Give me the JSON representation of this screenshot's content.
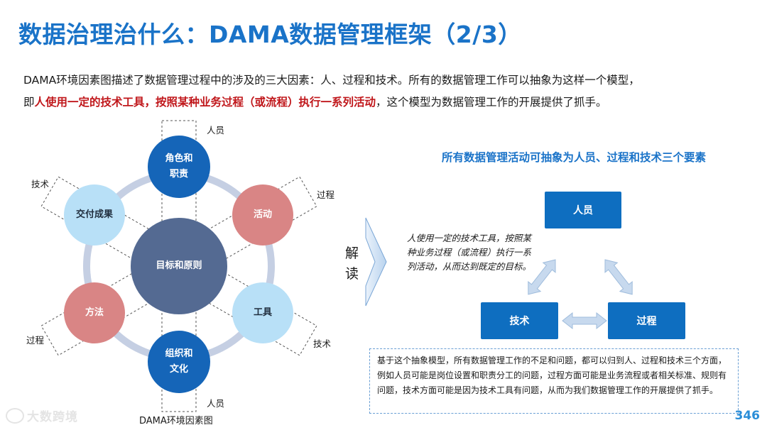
{
  "title": "数据治理治什么：DAMA数据管理框架（2/3）",
  "intro": {
    "line1": "DAMA环境因素图描述了数据管理过程中的涉及的三大因素：人、过程和技术。所有的数据管理工作可以抽象为这样一个模型，",
    "line2_prefix": "即",
    "line2_highlight": "人使用一定的技术工具，按照某种业务过程（或流程）执行一系列活动",
    "line2_suffix": "，这个模型为数据管理工作的开展提供了抓手。"
  },
  "diagram": {
    "center": "目标和原则",
    "nodes": {
      "top_line1": "角色和",
      "top_line2": "职责",
      "upper_right": "活动",
      "lower_right": "工具",
      "bottom_line1": "组织和",
      "bottom_line2": "文化",
      "lower_left": "方法",
      "upper_left": "交付成果"
    },
    "axis_labels": {
      "top": "人员",
      "bottom": "人员",
      "upper_right": "过程",
      "lower_left": "过程",
      "upper_left": "技术",
      "lower_right": "技术"
    },
    "caption": "DAMA环境因素图",
    "colors": {
      "dark_blue": "#1565b8",
      "pink": "#d98585",
      "light_blue": "#b8e0f7",
      "center": "#546a92",
      "ring": "#c5cfe3"
    }
  },
  "interpret": {
    "label_line1": "解",
    "label_line2": "读",
    "note": "人使用一定的技术工具，按照某种业务过程（或流程）执行一系列活动，从而达到既定的目标。"
  },
  "right": {
    "heading": "所有数据管理活动可抽象为人员、过程和技术三个要素",
    "box_people": "人员",
    "box_tech": "技术",
    "box_process": "过程",
    "box_color": "#0e6ec0",
    "summary": "基于这个抽象模型，所有数据管理工作的不足和问题，都可以归到人、过程和技术三个方面，例如人员可能是岗位设置和职责分工的问题，过程方面可能是业务流程或者相关标准、规则有问题，技术方面可能是因为技术工具有问题，从而为我们数据管理工作的开展提供了抓手。"
  },
  "footer": {
    "page_number": "346",
    "watermark": "大数跨境"
  }
}
